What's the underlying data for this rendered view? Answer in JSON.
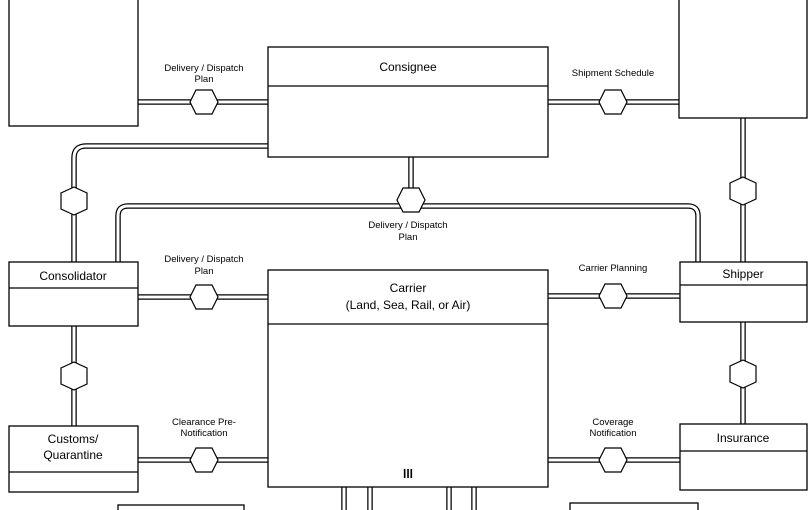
{
  "nodes": {
    "consignee": {
      "title_lines": [
        "Consignee"
      ]
    },
    "consolidator": {
      "title_lines": [
        "Consolidator"
      ]
    },
    "carrier": {
      "title_lines": [
        "Carrier",
        "(Land, Sea, Rail, or Air)"
      ]
    },
    "shipper": {
      "title_lines": [
        "Shipper"
      ]
    },
    "customs": {
      "title_lines": [
        "Customs/",
        "Quarantine"
      ]
    },
    "insurance": {
      "title_lines": [
        "Insurance"
      ]
    }
  },
  "edges": {
    "topleft_consignee": [
      "Delivery / Dispatch",
      "Plan"
    ],
    "consignee_topright": [
      "Shipment Schedule"
    ],
    "consignee_loop": [
      "Delivery / Dispatch",
      "Plan"
    ],
    "consolidator_carrier": [
      "Delivery / Dispatch",
      "Plan"
    ],
    "carrier_shipper": [
      "Carrier Planning"
    ],
    "customs_carrier": [
      "Clearance Pre-",
      "Notification"
    ],
    "carrier_insurance": [
      "Coverage",
      "Notification"
    ]
  },
  "carrier_marker": "lll"
}
